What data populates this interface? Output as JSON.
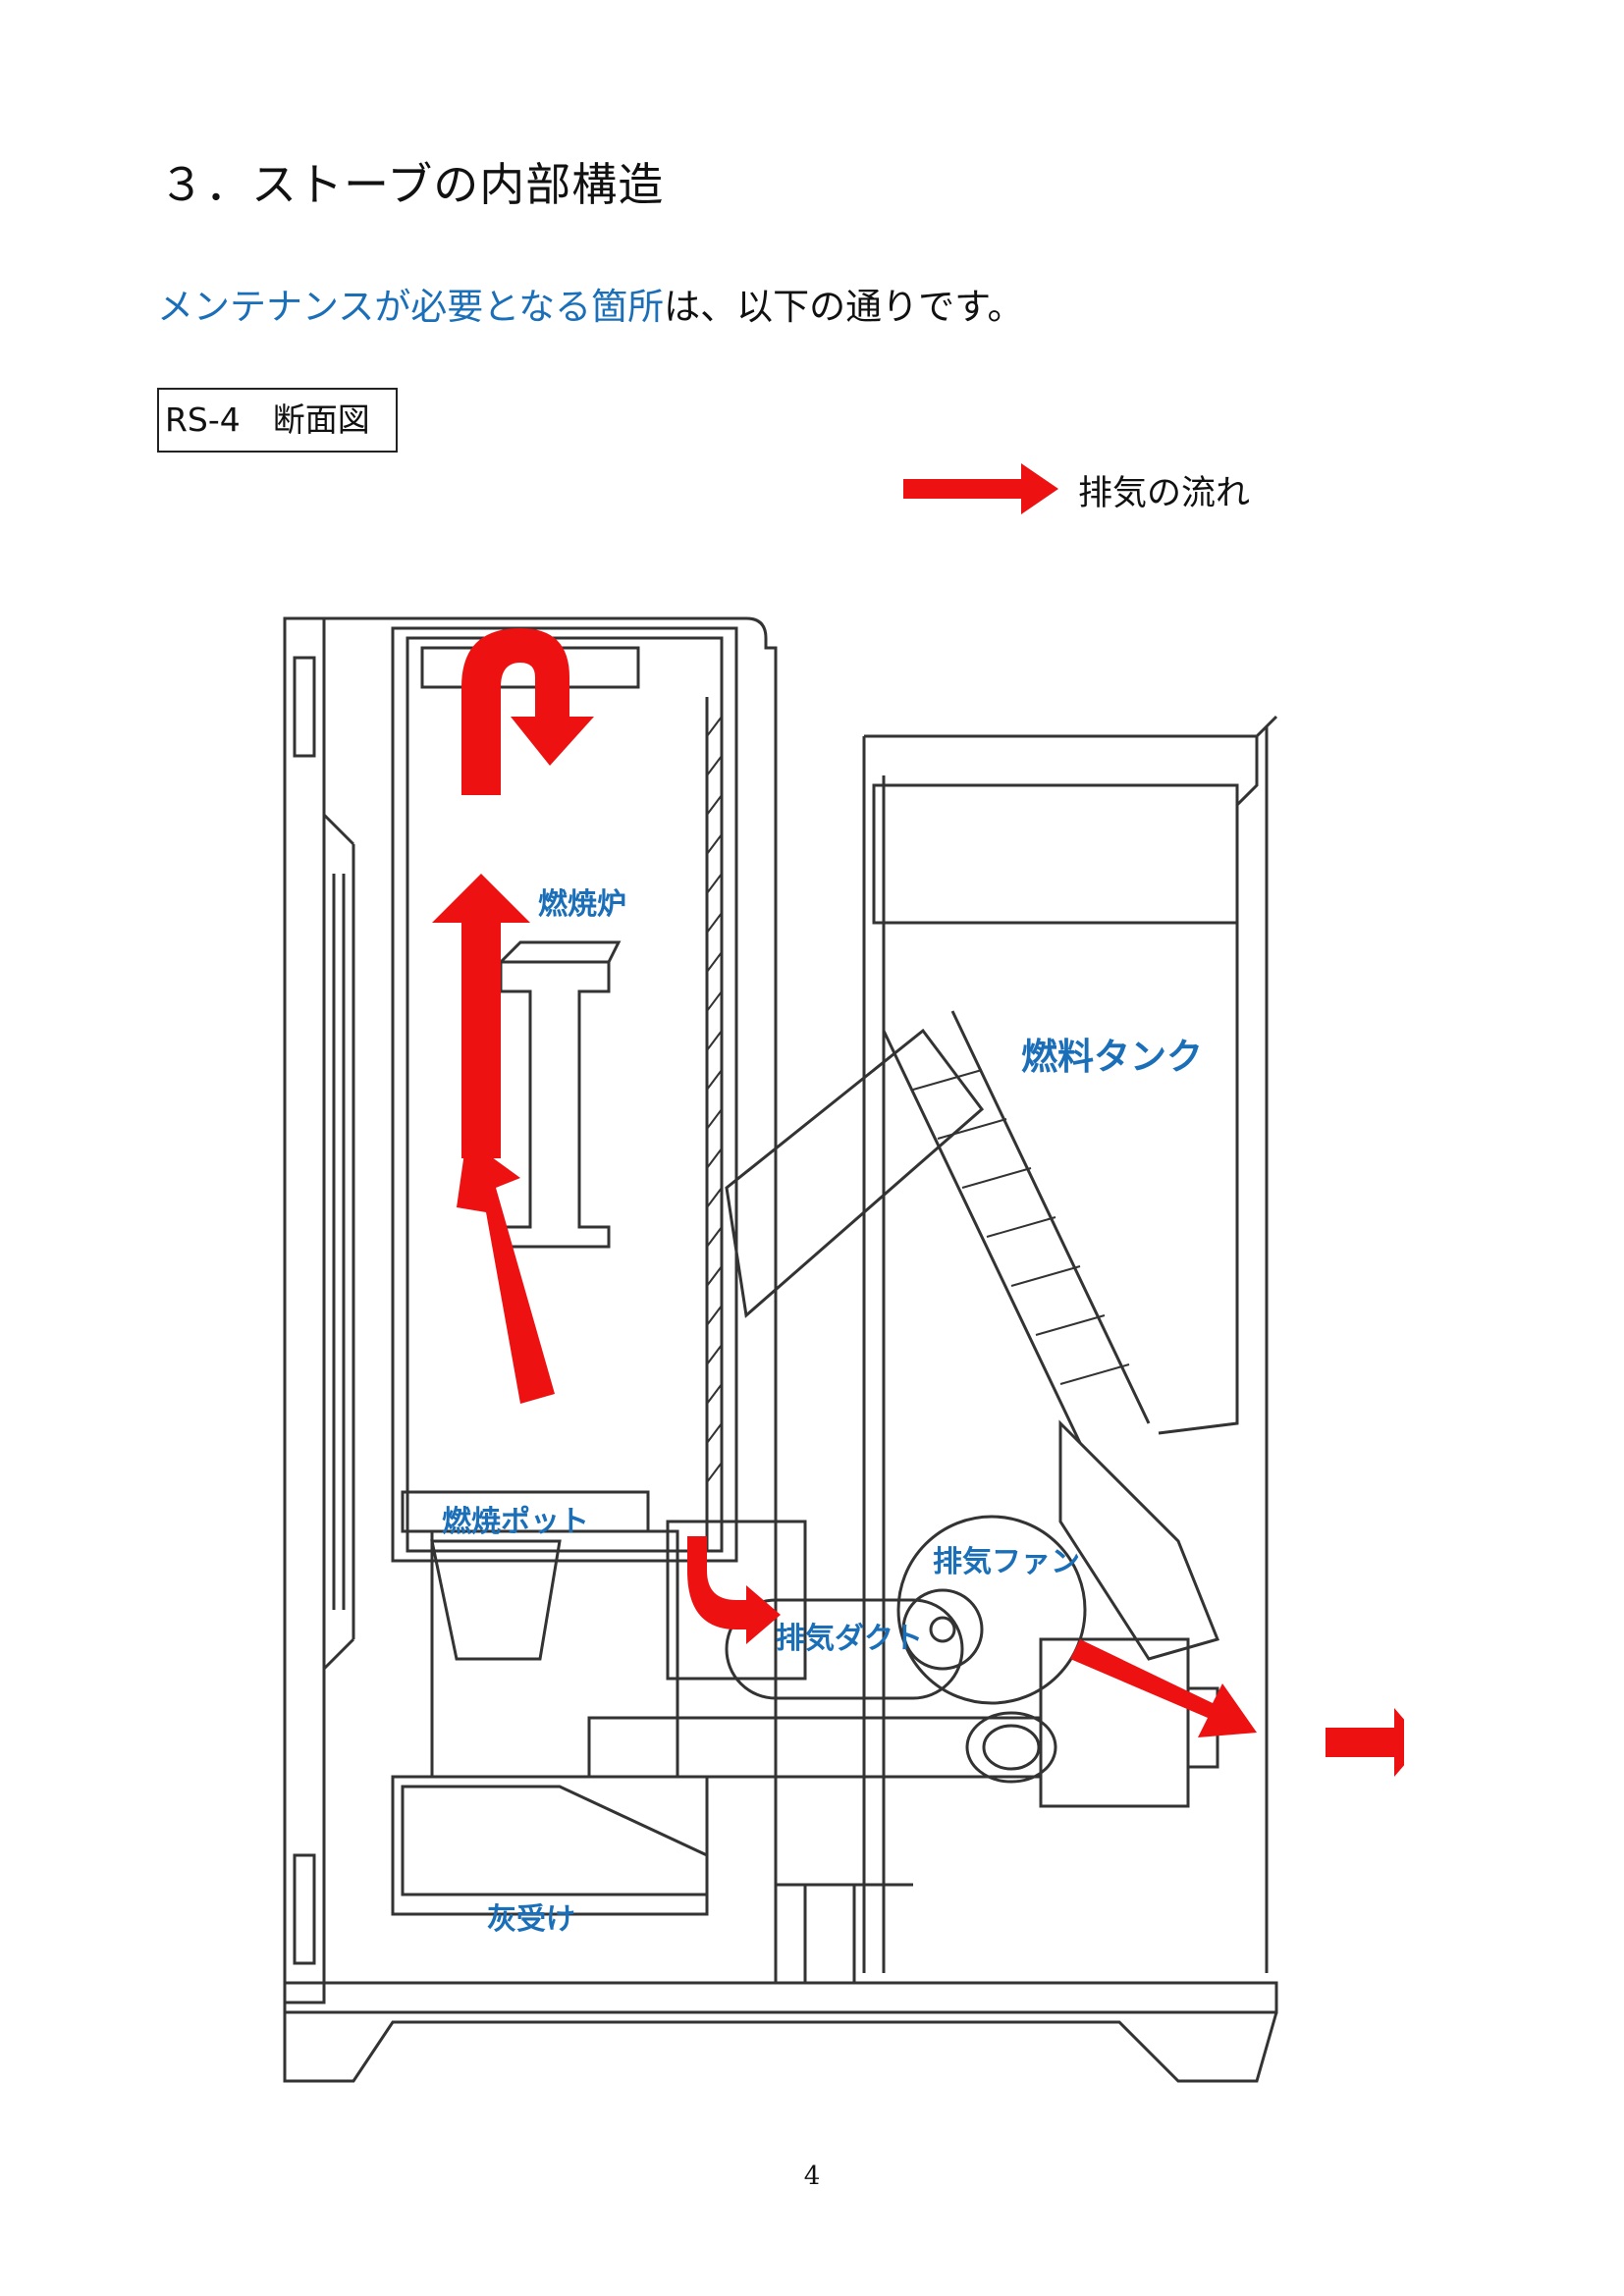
{
  "heading": "３．ストーブの内部構造",
  "intro": {
    "highlight": "メンテナンスが必要となる箇所",
    "rest": "は、以下の通りです。"
  },
  "figure_label": "RS-4　断面図",
  "legend": {
    "text": "排気の流れ",
    "arrow_color": "#ee1111"
  },
  "labels": {
    "combustion_furnace": "燃焼炉",
    "fuel_tank": "燃料タンク",
    "combustion_pot": "燃焼ポット",
    "exhaust_fan": "排気ファン",
    "exhaust_duct": "排気ダクト",
    "ash_tray": "灰受け"
  },
  "label_color": "#1a6fb8",
  "page_number": "4"
}
